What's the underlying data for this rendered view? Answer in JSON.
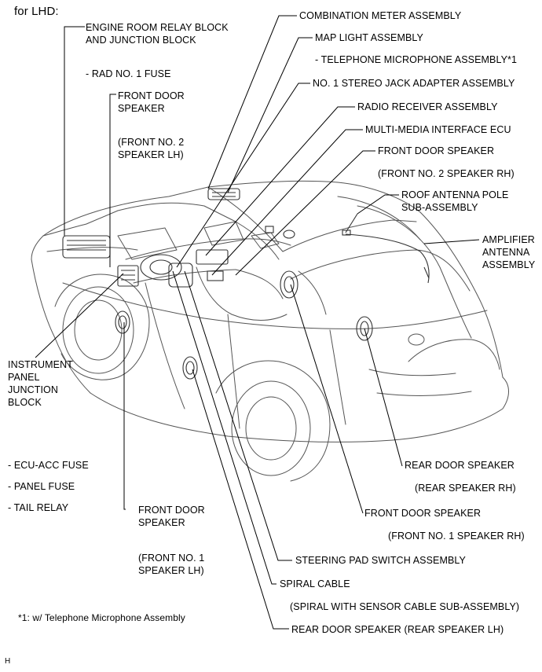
{
  "header": "for LHD:",
  "labels": {
    "engine_room_relay": "ENGINE ROOM RELAY BLOCK\nAND JUNCTION BLOCK",
    "rad_fuse": "- RAD NO. 1 FUSE",
    "front_door_speaker_lh2": "FRONT DOOR\nSPEAKER",
    "front_no2_lh": "(FRONT NO. 2\nSPEAKER LH)",
    "instrument_panel_jb": "INSTRUMENT\nPANEL\nJUNCTION\nBLOCK",
    "ecu_acc_fuse": "- ECU-ACC FUSE",
    "panel_fuse": "- PANEL FUSE",
    "tail_relay": "- TAIL RELAY",
    "front_door_speaker_lh1": "FRONT DOOR\nSPEAKER",
    "front_no1_lh": "(FRONT NO. 1\nSPEAKER LH)",
    "footnote": "*1: w/ Telephone Microphone Assembly",
    "combination_meter": "COMBINATION METER ASSEMBLY",
    "map_light": "MAP LIGHT ASSEMBLY",
    "telephone_mic": "- TELEPHONE MICROPHONE ASSEMBLY*1",
    "stereo_jack": "NO. 1 STEREO JACK ADAPTER ASSEMBLY",
    "radio_receiver": "RADIO RECEIVER ASSEMBLY",
    "multimedia_ecu": "MULTI-MEDIA INTERFACE ECU",
    "front_door_speaker_rh2": "FRONT DOOR SPEAKER",
    "front_no2_rh": "(FRONT NO. 2 SPEAKER RH)",
    "roof_antenna": "ROOF ANTENNA POLE\nSUB-ASSEMBLY",
    "amplifier_antenna": "AMPLIFIER\nANTENNA\nASSEMBLY",
    "rear_door_speaker_rh": "REAR DOOR SPEAKER",
    "rear_speaker_rh": "(REAR SPEAKER RH)",
    "front_door_speaker_rh1": "FRONT DOOR SPEAKER",
    "front_no1_rh": "(FRONT NO. 1 SPEAKER RH)",
    "steering_pad": "STEERING PAD SWITCH ASSEMBLY",
    "spiral_cable": "SPIRAL CABLE",
    "spiral_sensor": "(SPIRAL WITH SENSOR CABLE SUB-ASSEMBLY)",
    "rear_door_speaker_lh": "REAR DOOR SPEAKER (REAR SPEAKER LH)",
    "corner_mark": "H"
  },
  "colors": {
    "ink": "#000000",
    "car": "#555555",
    "part": "#333333",
    "background": "#ffffff"
  }
}
